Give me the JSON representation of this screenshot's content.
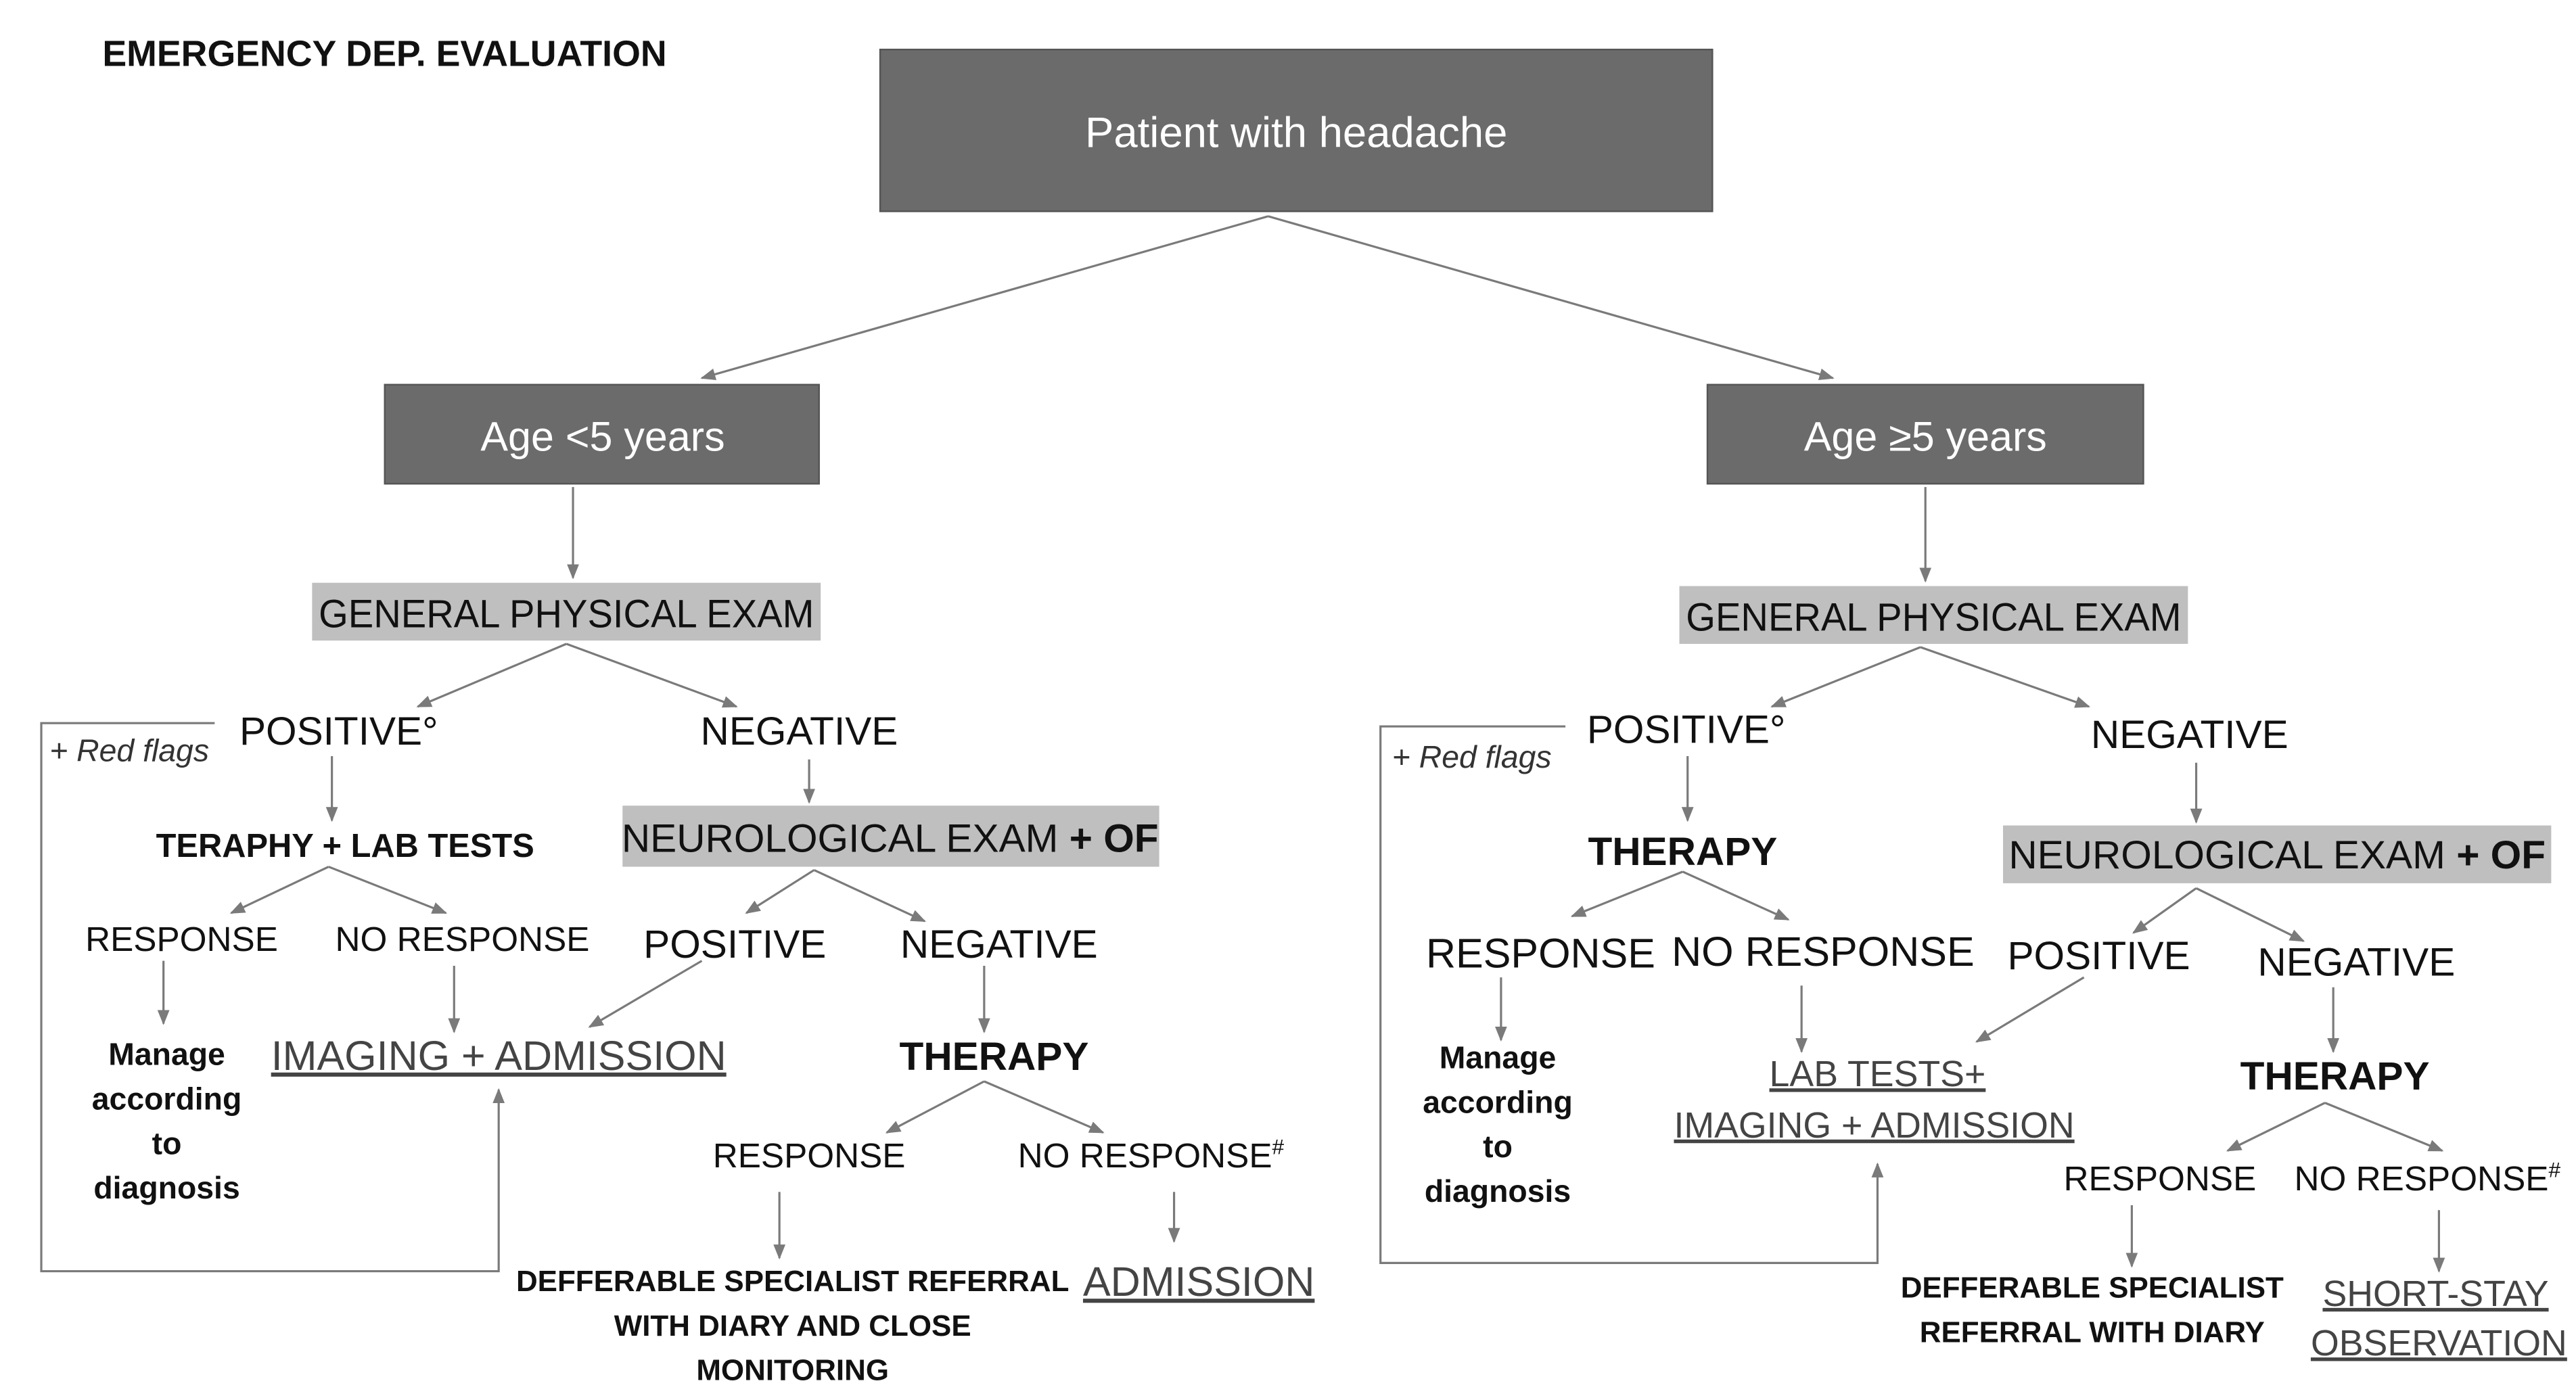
{
  "title": "EMERGENCY DEP. EVALUATION",
  "colors": {
    "dark_box": "#6b6b6b",
    "light_box": "#bfbfbf",
    "lines": "#7a7a7a"
  },
  "root": "Patient with headache",
  "left": {
    "age": "Age <5 years",
    "general_exam": "GENERAL PHYSICAL EXAM",
    "positive": "POSITIVE°",
    "negative": "NEGATIVE",
    "red_flags": "+ Red flags",
    "pos_action": "TERAPHY + LAB TESTS",
    "pos_response": "RESPONSE",
    "pos_no_response": "NO RESPONSE",
    "manage": [
      "Manage",
      "according",
      "to",
      "diagnosis"
    ],
    "imaging": "IMAGING + ADMISSION",
    "neuro_exam": "NEUROLOGICAL EXAM",
    "neuro_of": "+ OF",
    "neuro_positive": "POSITIVE",
    "neuro_negative": "NEGATIVE",
    "therapy": "THERAPY",
    "therapy_response": "RESPONSE",
    "therapy_no_response": "NO RESPONSE",
    "hash": "#",
    "referral": [
      "DEFFERABLE SPECIALIST REFERRAL",
      "WITH DIARY AND CLOSE",
      "MONITORING"
    ],
    "admission": "ADMISSION"
  },
  "right": {
    "age": "Age ≥5 years",
    "general_exam": "GENERAL PHYSICAL EXAM",
    "positive": "POSITIVE°",
    "negative": "NEGATIVE",
    "red_flags": "+ Red flags",
    "pos_action": "THERAPY",
    "pos_response": "RESPONSE",
    "pos_no_response": "NO RESPONSE",
    "manage": [
      "Manage",
      "according",
      "to",
      "diagnosis"
    ],
    "imaging": [
      "LAB TESTS+",
      "IMAGING + ADMISSION"
    ],
    "neuro_exam": "NEUROLOGICAL EXAM",
    "neuro_of": "+ OF",
    "neuro_positive": "POSITIVE",
    "neuro_negative": "NEGATIVE",
    "therapy": "THERAPY",
    "therapy_response": "RESPONSE",
    "therapy_no_response": "NO RESPONSE",
    "hash": "#",
    "referral": [
      "DEFFERABLE SPECIALIST",
      "REFERRAL WITH DIARY"
    ],
    "observation": [
      "SHORT-STAY",
      "OBSERVATION"
    ]
  }
}
